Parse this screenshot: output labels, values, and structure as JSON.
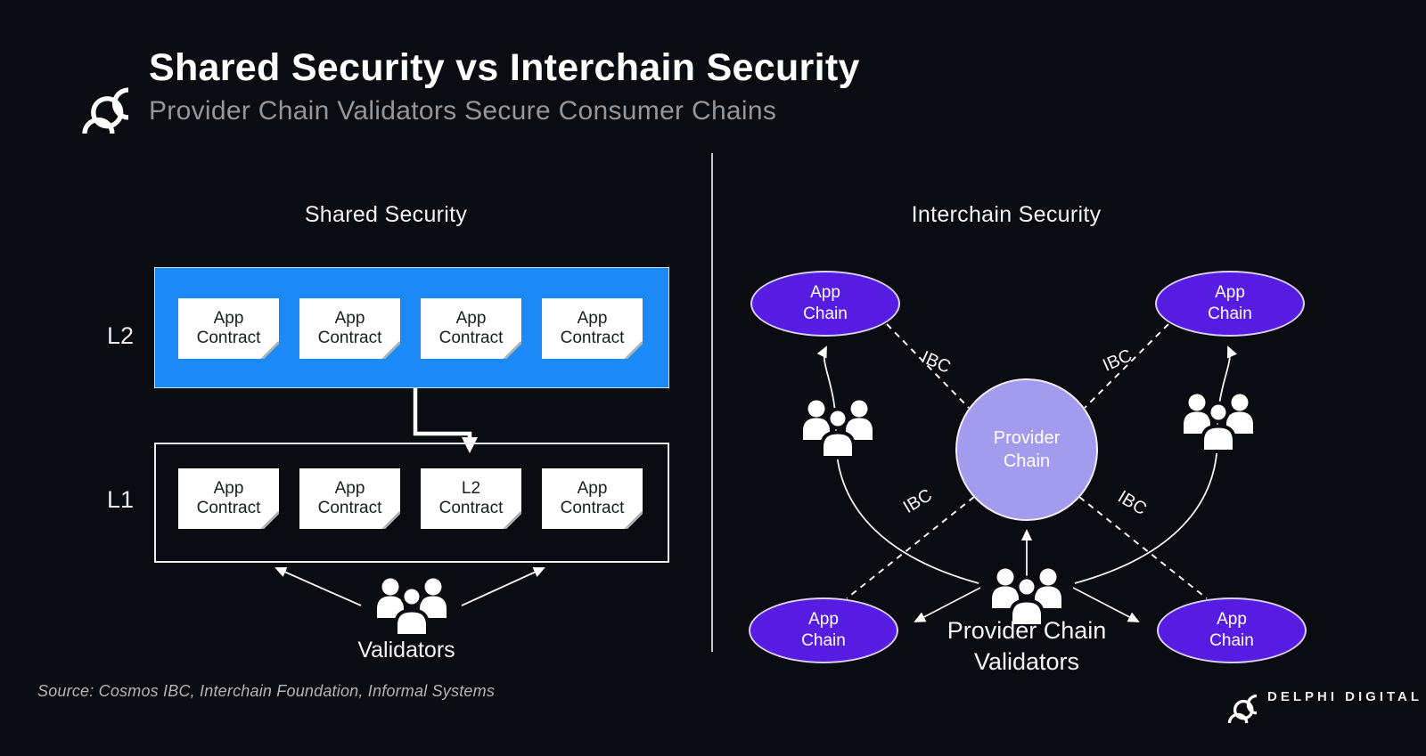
{
  "header": {
    "title": "Shared Security vs Interchain Security",
    "subtitle": "Provider Chain Validators Secure Consumer Chains"
  },
  "shared": {
    "heading": "Shared Security",
    "l2_label": "L2",
    "l1_label": "L1",
    "l2_cards": [
      {
        "line1": "App",
        "line2": "Contract"
      },
      {
        "line1": "App",
        "line2": "Contract"
      },
      {
        "line1": "App",
        "line2": "Contract"
      },
      {
        "line1": "App",
        "line2": "Contract"
      }
    ],
    "l1_cards": [
      {
        "line1": "App",
        "line2": "Contract"
      },
      {
        "line1": "App",
        "line2": "Contract"
      },
      {
        "line1": "L2",
        "line2": "Contract"
      },
      {
        "line1": "App",
        "line2": "Contract"
      }
    ],
    "validators_label": "Validators"
  },
  "interchain": {
    "heading": "Interchain Security",
    "app_chains": [
      {
        "line1": "App",
        "line2": "Chain"
      },
      {
        "line1": "App",
        "line2": "Chain"
      },
      {
        "line1": "App",
        "line2": "Chain"
      },
      {
        "line1": "App",
        "line2": "Chain"
      }
    ],
    "provider_chain": {
      "line1": "Provider",
      "line2": "Chain"
    },
    "ibc_labels": [
      "IBC",
      "IBC",
      "IBC",
      "IBC"
    ],
    "validators_caption": {
      "line1": "Provider Chain",
      "line2": "Validators"
    }
  },
  "footer": {
    "source": "Source: Cosmos IBC, Interchain Foundation, Informal Systems",
    "brand": "DELPHI DIGITAL"
  },
  "colors": {
    "background": "#0a0c11",
    "l2_box_blue": "#1b8af7",
    "app_chain_purple": "#561ce2",
    "provider_chain_purple": "#a39bee",
    "card_white": "#ffffff",
    "subtitle_gray": "#95959b",
    "line_white": "#f2f2f4"
  },
  "icons": {
    "brand_logo": "knot-ring-logo",
    "validators": "people-group-icon"
  }
}
